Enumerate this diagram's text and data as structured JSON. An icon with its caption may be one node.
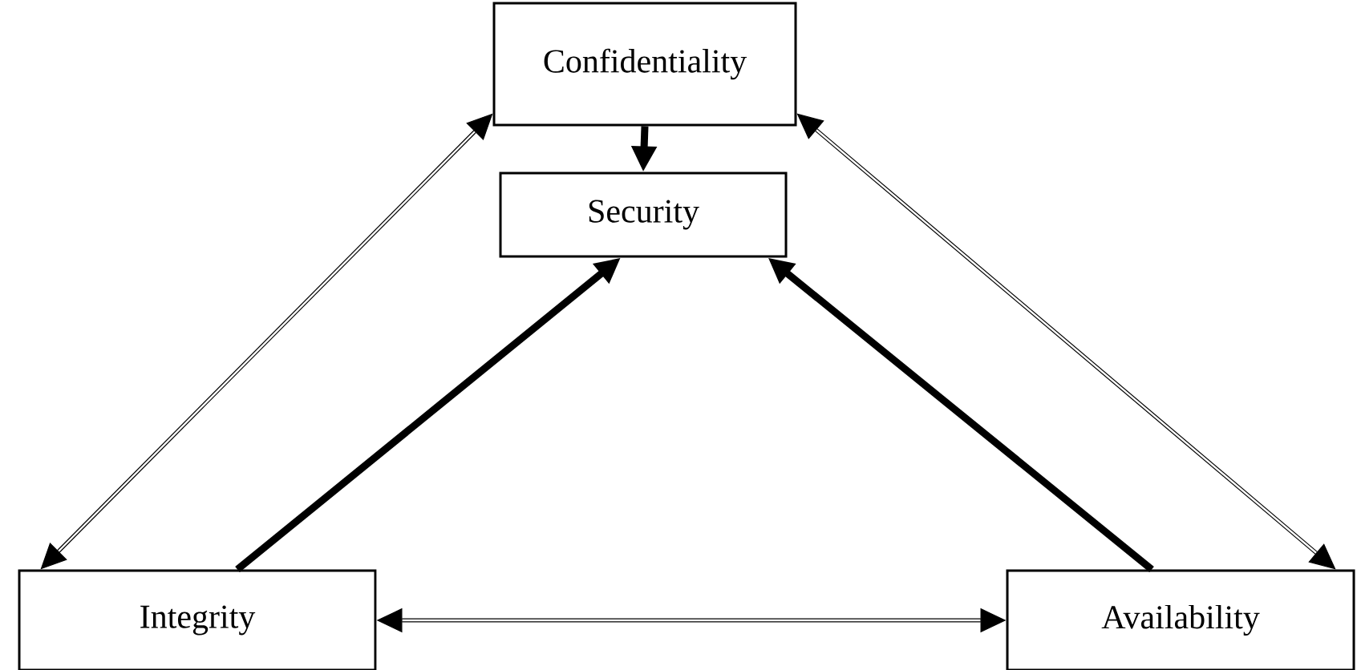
{
  "diagram": {
    "nodes": [
      {
        "text": [
          "Confidentiality"
        ]
      },
      {
        "text": [
          "Security"
        ]
      },
      {
        "text": [
          "Integrity"
        ]
      },
      {
        "text": [
          "Availability"
        ]
      }
    ],
    "edges": [
      {
        "from": 0,
        "to": 1,
        "arrow": "to",
        "style": "thick"
      },
      {
        "from": 2,
        "to": 1,
        "arrow": "to",
        "style": "thick"
      },
      {
        "from": 3,
        "to": 1,
        "arrow": "to",
        "style": "thick"
      },
      {
        "from": 0,
        "to": 2,
        "arrow": "both"
      },
      {
        "from": 0,
        "to": 3,
        "arrow": "both"
      },
      {
        "from": 2,
        "to": 3,
        "arrow": "both"
      }
    ]
  }
}
